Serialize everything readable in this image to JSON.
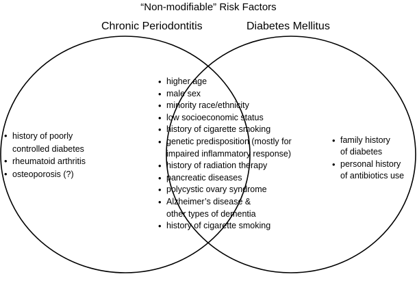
{
  "title": "“Non-modifiable” Risk Factors",
  "sets": {
    "left_label": "Chronic Periodontitis",
    "right_label": "Diabetes Mellitus"
  },
  "lists": {
    "left": [
      {
        "lines": [
          "history of poorly",
          "controlled diabetes"
        ]
      },
      {
        "lines": [
          "rheumatoid arthritis"
        ]
      },
      {
        "lines": [
          "osteoporosis (?)"
        ]
      }
    ],
    "center": [
      {
        "lines": [
          "higher age"
        ]
      },
      {
        "lines": [
          "male sex"
        ]
      },
      {
        "lines": [
          "minority race/ethnicity"
        ]
      },
      {
        "lines": [
          "low socioeconomic status"
        ]
      },
      {
        "lines": [
          "history of cigarette smoking"
        ]
      },
      {
        "lines": [
          "genetic predisposition (mostly for",
          "impaired inflammatory response)"
        ]
      },
      {
        "lines": [
          "history of radiation therapy"
        ]
      },
      {
        "lines": [
          "pancreatic diseases"
        ]
      },
      {
        "lines": [
          "polycystic ovary syndrome"
        ]
      },
      {
        "lines": [
          "Alzheimer’s disease &",
          "other types of dementia"
        ]
      },
      {
        "lines": [
          "history of cigarette smoking"
        ]
      }
    ],
    "right": [
      {
        "lines": [
          "family history",
          "of diabetes"
        ]
      },
      {
        "lines": [
          "personal history",
          "of antibiotics use"
        ]
      }
    ]
  },
  "colors": {
    "outline": "#000000",
    "background": "#ffffff",
    "text": "#000000"
  }
}
